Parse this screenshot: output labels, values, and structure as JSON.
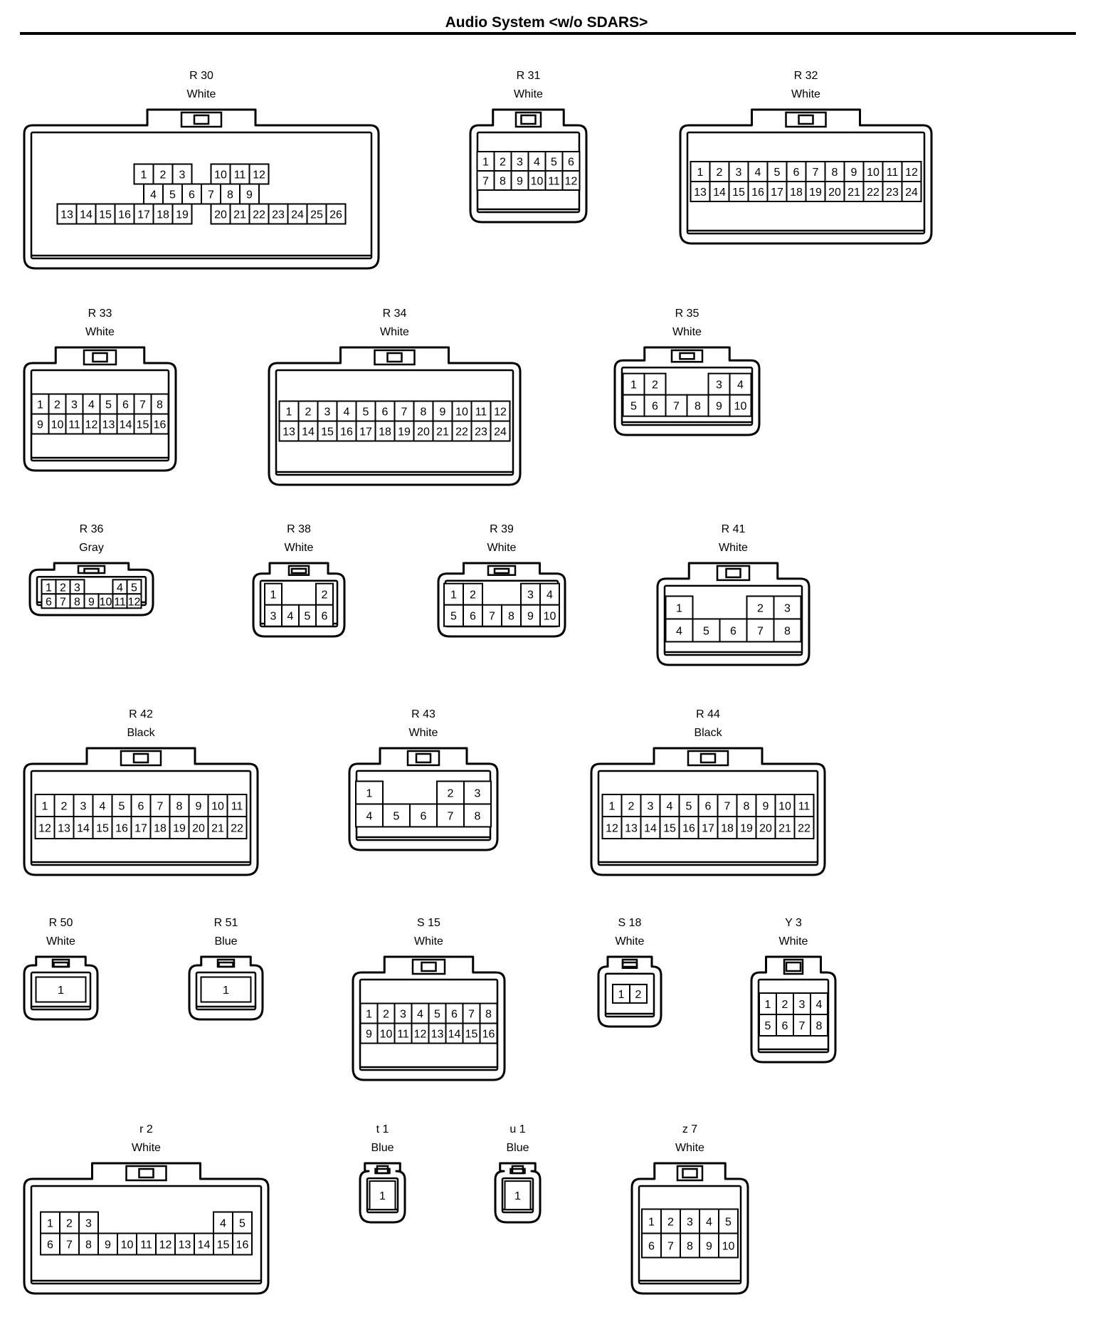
{
  "title": "Audio System <w/o SDARS>",
  "connectors": [
    {
      "id": "R 30",
      "color": "White",
      "rows": [
        [
          "1",
          "2",
          "3",
          "",
          "10",
          "11",
          "12"
        ],
        [
          "4",
          "5",
          "6",
          "7",
          "8",
          "9"
        ],
        [
          "13",
          "14",
          "15",
          "16",
          "17",
          "18",
          "19",
          "",
          "20",
          "21",
          "22",
          "23",
          "24",
          "25",
          "26"
        ]
      ]
    },
    {
      "id": "R 31",
      "color": "White",
      "rows": [
        [
          "1",
          "2",
          "3",
          "4",
          "5",
          "6"
        ],
        [
          "7",
          "8",
          "9",
          "10",
          "11",
          "12"
        ]
      ]
    },
    {
      "id": "R 32",
      "color": "White",
      "rows": [
        [
          "1",
          "2",
          "3",
          "4",
          "5",
          "6",
          "7",
          "8",
          "9",
          "10",
          "11",
          "12"
        ],
        [
          "13",
          "14",
          "15",
          "16",
          "17",
          "18",
          "19",
          "20",
          "21",
          "22",
          "23",
          "24"
        ]
      ]
    },
    {
      "id": "R 33",
      "color": "White",
      "rows": [
        [
          "1",
          "2",
          "3",
          "4",
          "5",
          "6",
          "7",
          "8"
        ],
        [
          "9",
          "10",
          "11",
          "12",
          "13",
          "14",
          "15",
          "16"
        ]
      ]
    },
    {
      "id": "R 34",
      "color": "White",
      "rows": [
        [
          "1",
          "2",
          "3",
          "4",
          "5",
          "6",
          "7",
          "8",
          "9",
          "10",
          "11",
          "12"
        ],
        [
          "13",
          "14",
          "15",
          "16",
          "17",
          "18",
          "19",
          "20",
          "21",
          "22",
          "23",
          "24"
        ]
      ]
    },
    {
      "id": "R 35",
      "color": "White",
      "rows": [
        [
          "1",
          "2",
          "",
          "",
          "3",
          "4"
        ],
        [
          "5",
          "6",
          "7",
          "8",
          "9",
          "10"
        ]
      ]
    },
    {
      "id": "R 36",
      "color": "Gray",
      "rows": [
        [
          "1",
          "2",
          "3",
          "",
          "",
          "4",
          "5"
        ],
        [
          "6",
          "7",
          "8",
          "9",
          "10",
          "11",
          "12"
        ]
      ]
    },
    {
      "id": "R 38",
      "color": "White",
      "rows": [
        [
          "1",
          "",
          "",
          "2"
        ],
        [
          "3",
          "4",
          "5",
          "6"
        ]
      ]
    },
    {
      "id": "R 39",
      "color": "White",
      "rows": [
        [
          "1",
          "2",
          "",
          "",
          "3",
          "4"
        ],
        [
          "5",
          "6",
          "7",
          "8",
          "9",
          "10"
        ]
      ]
    },
    {
      "id": "R 41",
      "color": "White",
      "rows": [
        [
          "1",
          "",
          "",
          "2",
          "3"
        ],
        [
          "4",
          "5",
          "6",
          "7",
          "8"
        ]
      ]
    },
    {
      "id": "R 42",
      "color": "Black",
      "rows": [
        [
          "1",
          "2",
          "3",
          "4",
          "5",
          "6",
          "7",
          "8",
          "9",
          "10",
          "11"
        ],
        [
          "12",
          "13",
          "14",
          "15",
          "16",
          "17",
          "18",
          "19",
          "20",
          "21",
          "22"
        ]
      ]
    },
    {
      "id": "R 43",
      "color": "White",
      "rows": [
        [
          "1",
          "",
          "",
          "2",
          "3"
        ],
        [
          "4",
          "5",
          "6",
          "7",
          "8"
        ]
      ]
    },
    {
      "id": "R 44",
      "color": "Black",
      "rows": [
        [
          "1",
          "2",
          "3",
          "4",
          "5",
          "6",
          "7",
          "8",
          "9",
          "10",
          "11"
        ],
        [
          "12",
          "13",
          "14",
          "15",
          "16",
          "17",
          "18",
          "19",
          "20",
          "21",
          "22"
        ]
      ]
    },
    {
      "id": "R 50",
      "color": "White",
      "rows": [
        [
          "1"
        ]
      ]
    },
    {
      "id": "R 51",
      "color": "Blue",
      "rows": [
        [
          "1"
        ]
      ]
    },
    {
      "id": "S 15",
      "color": "White",
      "rows": [
        [
          "1",
          "2",
          "3",
          "4",
          "5",
          "6",
          "7",
          "8"
        ],
        [
          "9",
          "10",
          "11",
          "12",
          "13",
          "14",
          "15",
          "16"
        ]
      ]
    },
    {
      "id": "S 18",
      "color": "White",
      "rows": [
        [
          "1",
          "2"
        ]
      ]
    },
    {
      "id": "Y 3",
      "color": "White",
      "rows": [
        [
          "1",
          "2",
          "3",
          "4"
        ],
        [
          "5",
          "6",
          "7",
          "8"
        ]
      ]
    },
    {
      "id": "r 2",
      "color": "White",
      "rows": [
        [
          "1",
          "2",
          "3",
          "",
          "",
          "",
          "",
          "",
          "",
          "4",
          "5"
        ],
        [
          "6",
          "7",
          "8",
          "9",
          "10",
          "11",
          "12",
          "13",
          "14",
          "15",
          "16"
        ]
      ]
    },
    {
      "id": "t 1",
      "color": "Blue",
      "rows": [
        [
          "1"
        ]
      ]
    },
    {
      "id": "u 1",
      "color": "Blue",
      "rows": [
        [
          "1"
        ]
      ]
    },
    {
      "id": "z 7",
      "color": "White",
      "rows": [
        [
          "1",
          "2",
          "3",
          "4",
          "5"
        ],
        [
          "6",
          "7",
          "8",
          "9",
          "10"
        ]
      ]
    }
  ]
}
